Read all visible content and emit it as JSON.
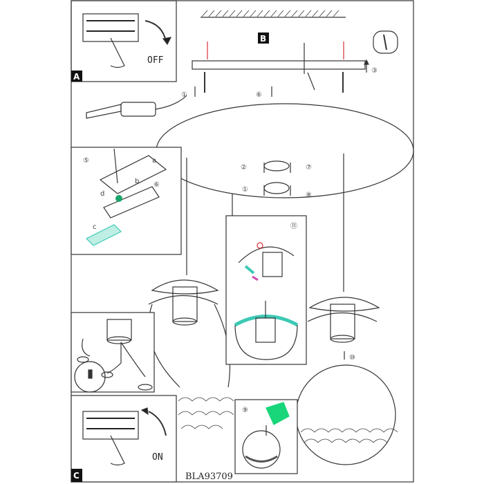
{
  "document_code": "BLA93709",
  "panels": {
    "a": {
      "label": "A",
      "switch_text": "OFF"
    },
    "b": {
      "label": "B"
    },
    "c": {
      "label": "C",
      "switch_text": "ON"
    }
  },
  "steps": {
    "s1": "①",
    "s2": "②",
    "s3": "③",
    "s5": "⑤",
    "s6": "⑥",
    "s7": "⑦",
    "s8": "⑧",
    "s9": "⑨",
    "s10": "⑩",
    "s11": "⑪"
  },
  "wire_letters": {
    "a": "a",
    "b": "b",
    "c": "c",
    "d": "d"
  },
  "colors": {
    "line": "#333333",
    "accent_green": "#19d67a",
    "accent_cyan": "#3cc9b5",
    "accent_red": "#d9303a",
    "accent_pink": "#d04bb0"
  }
}
